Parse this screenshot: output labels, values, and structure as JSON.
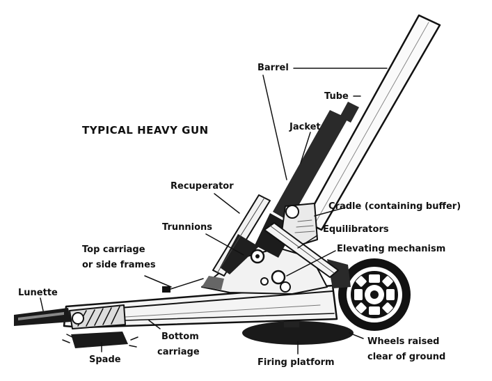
{
  "title": "TYPICAL HEAVY GUN",
  "labels": {
    "barrel": "Barrel",
    "tube": "Tube",
    "jacket": "Jacket",
    "recuperator": "Recuperator",
    "cradle": "Cradle (containing buffer)",
    "trunnions": "Trunnions",
    "equilibrators": "Equilibrators",
    "elevating": "Elevating mechanism",
    "top_carriage_1": "Top carriage",
    "top_carriage_2": "or side frames",
    "lunette": "Lunette",
    "bottom_carriage_1": "Bottom",
    "bottom_carriage_2": "carriage",
    "spade": "Spade",
    "firing_platform": "Firing platform",
    "wheels_1": "Wheels raised",
    "wheels_2": "clear of ground"
  },
  "colors": {
    "ink": "#111111",
    "shade": "#555555",
    "paper": "#ffffff"
  }
}
